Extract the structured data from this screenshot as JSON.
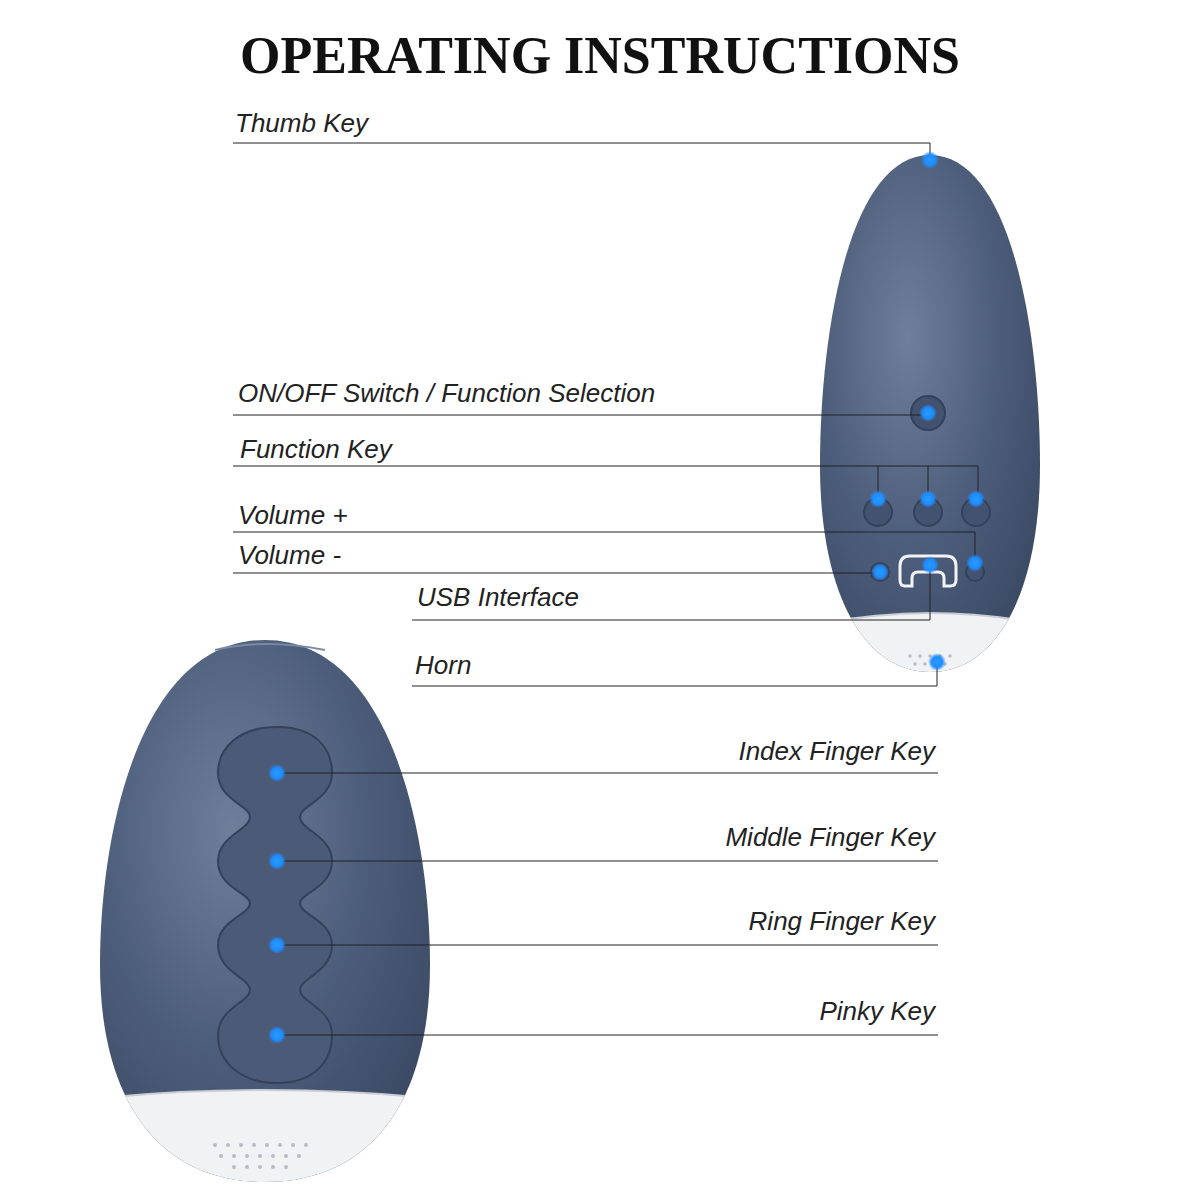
{
  "diagram": {
    "title": "OPERATING INSTRUCTIONS",
    "labels": [
      "Thumb Key",
      "ON/OFF Switch / Function Selection",
      "Function Key",
      "Volume +",
      "Volume -",
      "USB Interface",
      "Horn",
      "Index Finger Key",
      "Middle Finger Key",
      "Ring Finger Key",
      "Pinky Key"
    ]
  }
}
